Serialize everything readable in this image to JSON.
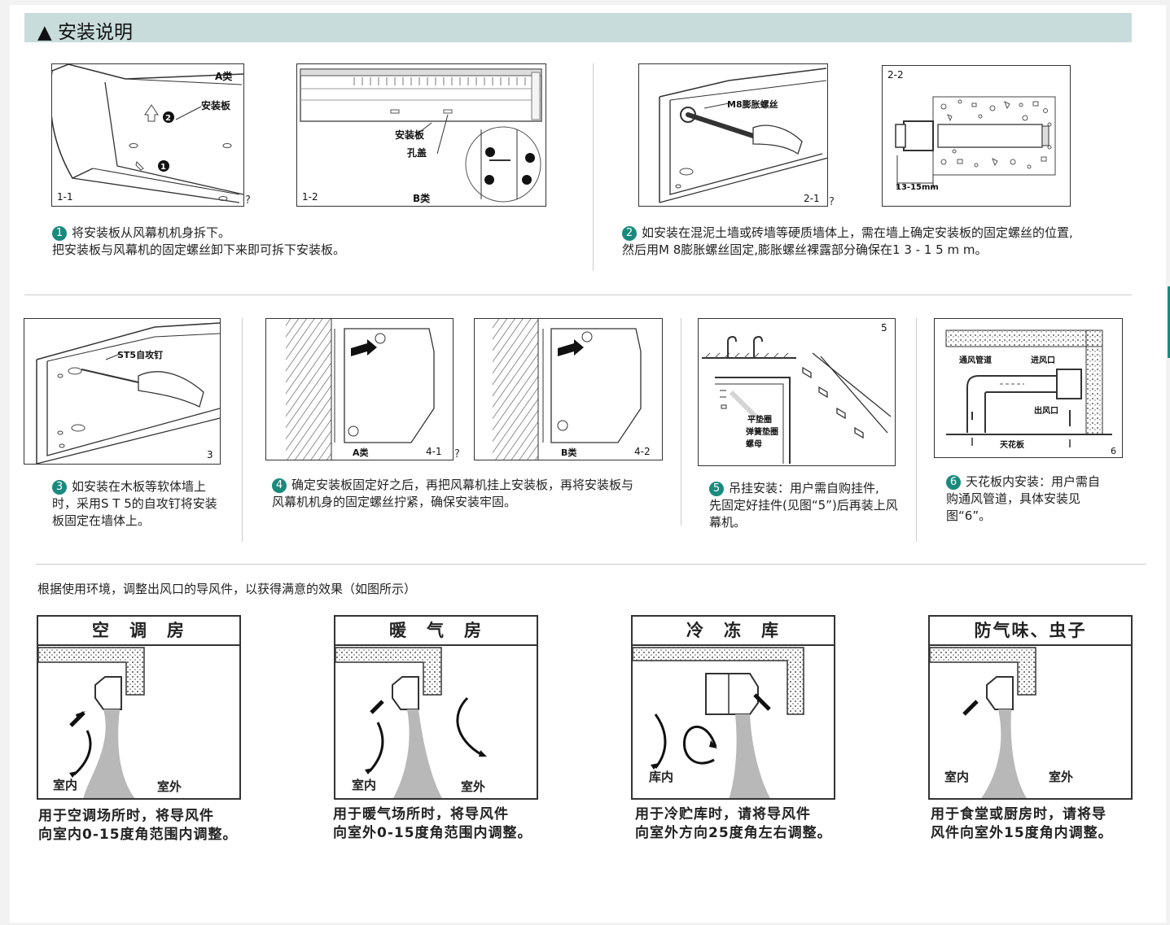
{
  "section_title": "▲ 安装说明",
  "fig_labels": {
    "f11_class": "A类",
    "f11_plate": "安装板",
    "f11_id": "1-1",
    "f12_plate": "安装板",
    "f12_hole": "孔盖",
    "f12_id": "1-2",
    "f12_class": "B类",
    "f21_bolt": "M8膨胀螺丝",
    "f21_id": "2-1",
    "f22_id": "2-2",
    "f22_dim": "13-15mm",
    "f3_screw": "ST5自攻钉",
    "f3_id": "3",
    "f41_class": "A类",
    "f41_id": "4-1",
    "f42_class": "B类",
    "f42_id": "4-2",
    "f5_id": "5",
    "f5_washer": "平垫圈",
    "f5_spring": "弹簧垫圈",
    "f5_nut": "螺母",
    "f6_duct": "通风管道",
    "f6_inlet": "进风口",
    "f6_outlet": "出风口",
    "f6_ceiling": "天花板",
    "f6_id": "6",
    "qmark": "?"
  },
  "steps": [
    {
      "n": "1",
      "text": "将安装板从风幕机机身拆下。",
      "text2": "把安装板与风幕机的固定螺丝卸下来即可拆下安装板。"
    },
    {
      "n": "2",
      "text": "如安装在混泥土墙或砖墙等硬质墙体上，需在墙上确定安装板的固定螺丝的位置,",
      "text2": "然后用M 8膨胀螺丝固定,膨胀螺丝裸露部分确保在1 3 - 1 5 m m。"
    },
    {
      "n": "3",
      "text": "如安装在木板等软体墙上",
      "text2": "时，采用S T 5的自攻钉将安装",
      "text3": "板固定在墙体上。"
    },
    {
      "n": "4",
      "text": "确定安装板固定好之后，再把风幕机挂上安装板，再将安装板与",
      "text2": "风幕机机身的固定螺丝拧紧，确保安装牢固。"
    },
    {
      "n": "5",
      "text": "吊挂安装：用户需自购挂件,",
      "text2": "先固定好挂件(见图“5”)后再装上风",
      "text3": "幕机。"
    },
    {
      "n": "6",
      "text": "天花板内安装：用户需自",
      "text2": "购通风管道，具体安装见",
      "text3": "图“6”。"
    }
  ],
  "adjust_intro": "根据使用环境，调整出风口的导风件，以获得满意的效果（如图所示）",
  "vanes": [
    {
      "title": "空　调　房",
      "in_label": "室内",
      "out_label": "室外",
      "cap1": "用于空调场所时，将导风件",
      "cap2": "向室内0-15度角范围内调整。"
    },
    {
      "title": "暖　气　房",
      "in_label": "室内",
      "out_label": "室外",
      "cap1": "用于暖气场所时，将导风件",
      "cap2": "向室外0-15度角范围内调整。"
    },
    {
      "title": "冷　冻　库",
      "in_label": "库内",
      "out_label": "",
      "cap1": "用于冷贮库时，请将导风件",
      "cap2": "向室外方向25度角左右调整。"
    },
    {
      "title": "防气味、虫子",
      "in_label": "室内",
      "out_label": "室外",
      "cap1": "用于食堂或厨房时，请将导",
      "cap2": "风件向室外15度角内调整。"
    }
  ],
  "colors": {
    "accent": "#1a8a7d",
    "title_bar": "#c8dcdb"
  }
}
